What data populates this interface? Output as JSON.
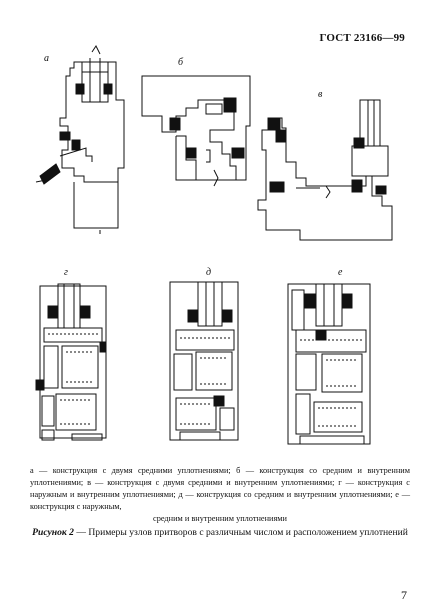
{
  "header": {
    "standard": "ГОСТ 23166—99"
  },
  "figures": {
    "top": [
      {
        "letter": "а"
      },
      {
        "letter": "б"
      },
      {
        "letter": "в"
      }
    ],
    "bottom": [
      {
        "letter": "г"
      },
      {
        "letter": "д"
      },
      {
        "letter": "е"
      }
    ]
  },
  "legend": {
    "main": "а — конструкция с двумя средними уплотнениями; б — конструкция со средним и внутренним уплотнениями; в — конструкция с двумя средними и внутренним уплотнениями; г — конструкция с наружным и внутренним уплотнениями; д — конструкция со средним и внутренним уплотнениями; е — конструкция с наружным,",
    "last_line": "средним и внутренним уплотнениями"
  },
  "caption": {
    "prefix": "Рисунок 2",
    "text": " — Примеры узлов притворов с различным числом и расположением уплотнений"
  },
  "page_number": "7"
}
